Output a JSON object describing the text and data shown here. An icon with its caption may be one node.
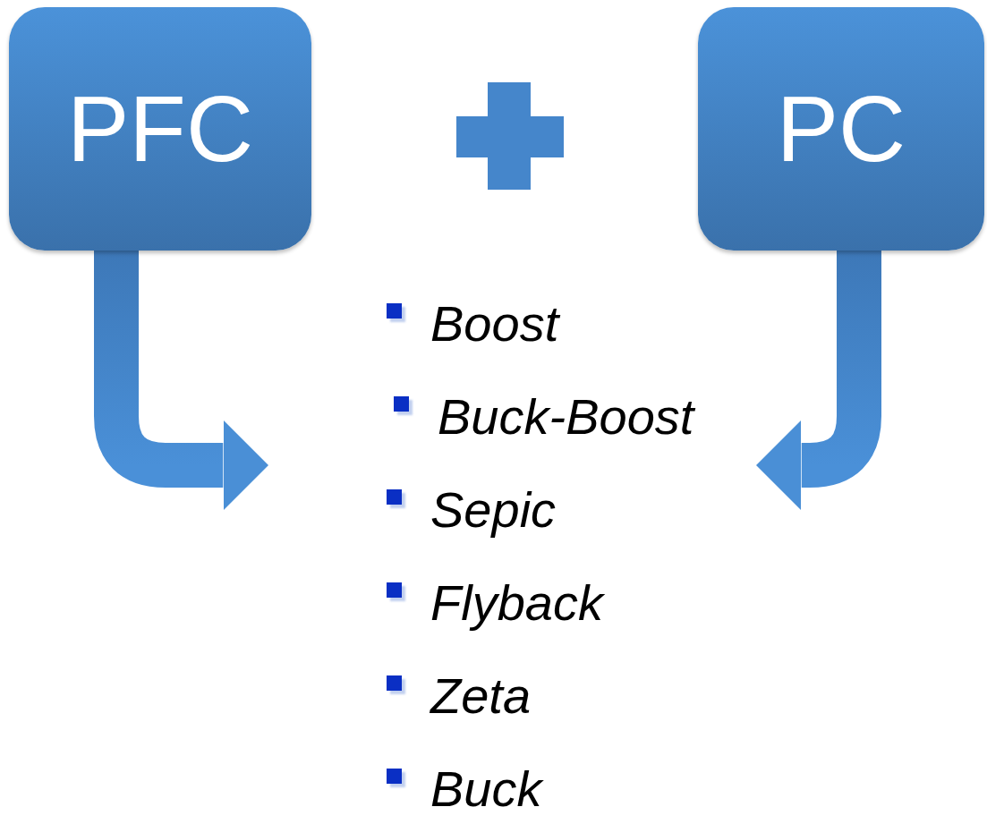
{
  "diagram": {
    "nodes": [
      {
        "text": [
          "PFC"
        ]
      },
      {
        "text": [
          "PC"
        ]
      },
      {
        "text": [
          "Boost",
          "Buck-Boost",
          "Sepic",
          "Flyback",
          "Zeta",
          "Buck"
        ]
      }
    ],
    "edges": [
      {
        "from": 0,
        "to": 2,
        "arrow": "to",
        "style": "thick"
      },
      {
        "from": 1,
        "to": 2,
        "arrow": "to",
        "style": "thick"
      }
    ]
  }
}
